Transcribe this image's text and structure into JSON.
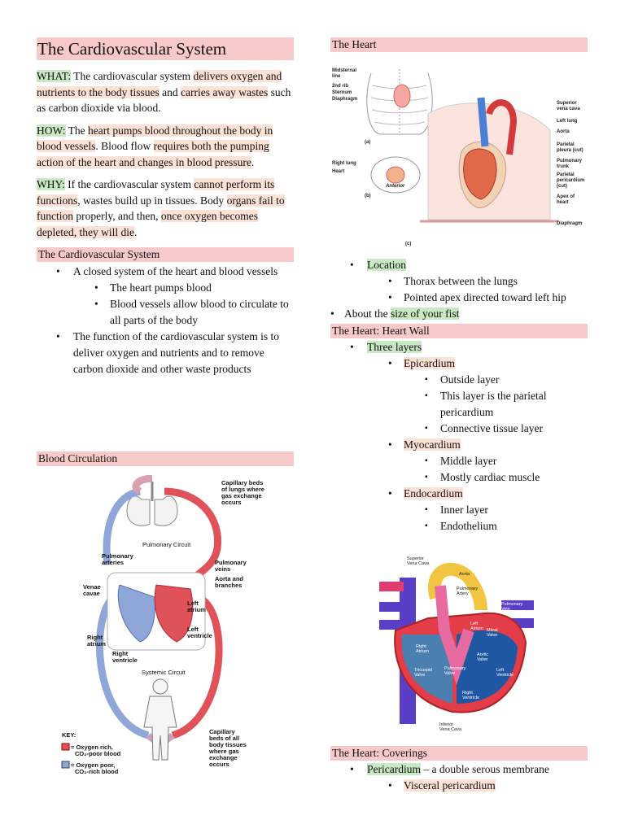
{
  "left": {
    "title": "The Cardiovascular System",
    "what": {
      "label": "WHAT:",
      "t1": " The cardiovascular system ",
      "h1": "delivers oxygen and nutrients to the body tissues",
      "t2": " and ",
      "h2": "carries away wastes",
      "t3": " such as carbon dioxide via blood."
    },
    "how": {
      "label": "HOW:",
      "t1": " The ",
      "h1": "heart pumps blood throughout the body in blood vessels",
      "t2": ". Blood flow ",
      "h2": "requires both the pumping action of the heart and changes in blood pressure",
      "t3": "."
    },
    "why": {
      "label": "WHY:",
      "t1": " If the cardiovascular system ",
      "h1": "cannot perform its functions",
      "t2": ", wastes build up in tissues. Body ",
      "h2": "organs fail to function",
      "t3": " properly, and then, ",
      "h3": "once oxygen becomes depleted, they will die",
      "t4": "."
    },
    "section2": "The Cardiovascular System",
    "s2_item1": "A closed system of the heart and blood vessels",
    "s2_sub1": "The heart pumps blood",
    "s2_sub2": "Blood vessels allow blood to circulate to all parts of the body",
    "s2_item2": "The function of the cardiovascular system is to deliver oxygen and nutrients and to remove carbon dioxide and other waste products",
    "section3": "Blood Circulation",
    "circ": {
      "cap_lungs": [
        "Capillary beds",
        "of lungs where",
        "gas exchange",
        "occurs"
      ],
      "pulm_circuit": "Pulmonary Circuit",
      "pulm_arteries": [
        "Pulmonary",
        "arteries"
      ],
      "pulm_veins": [
        "Pulmonary",
        "veins"
      ],
      "aorta": [
        "Aorta and",
        "branches"
      ],
      "venae": [
        "Venae",
        "cavae"
      ],
      "left_atrium": [
        "Left",
        "atrium"
      ],
      "left_ventricle": [
        "Left",
        "ventricle"
      ],
      "right_atrium": [
        "Right",
        "atrium"
      ],
      "right_ventricle": [
        "Right",
        "ventricle"
      ],
      "sys_circuit": "Systemic Circuit",
      "cap_body": [
        "Capillary",
        "beds of all",
        "body tissues",
        "where gas",
        "exchange",
        "occurs"
      ],
      "key": "KEY:",
      "key_red": [
        "= Oxygen rich,",
        "CO₂-poor blood"
      ],
      "key_blue": [
        "= Oxygen poor,",
        "CO₂-rich blood"
      ]
    }
  },
  "right": {
    "section1": "The Heart",
    "thorax": {
      "midsternal": [
        "Midsternal",
        "line"
      ],
      "rib": "2nd rib",
      "sternum": "Sternum",
      "diaphragm_a": "Diaphragm",
      "a": "(a)",
      "right_lung": "Right lung",
      "heart": "Heart",
      "b": "(b)",
      "anterior": "Anterior",
      "svc": [
        "Superior",
        "vena cava"
      ],
      "left_lung": "Left lung",
      "aorta": "Aorta",
      "parietal_pleura": [
        "Parietal",
        "pleura (cut)"
      ],
      "pulm_trunk": [
        "Pulmonary",
        "trunk"
      ],
      "parietal_peri": [
        "Parietal",
        "pericardium",
        "(cut)"
      ],
      "apex": [
        "Apex of",
        "heart"
      ],
      "diaphragm_c": "Diaphragm",
      "c": "(c)"
    },
    "loc_label": "Location",
    "loc_sub1": "Thorax between the lungs",
    "loc_sub2": "Pointed apex directed toward left hip",
    "size_pre": "About the ",
    "size_hl": "size of your fist",
    "section2": "The Heart: Heart Wall",
    "three_layers": "Three layers",
    "epi": "Epicardium",
    "epi1": "Outside layer",
    "epi2": "This layer is the parietal pericardium",
    "epi3": "Connective tissue layer",
    "myo": "Myocardium",
    "myo1": "Middle layer",
    "myo2": "Mostly cardiac muscle",
    "endo": "Endocardium",
    "endo1": "Inner layer",
    "endo2": "Endothelium",
    "heart2": {
      "svc": [
        "Superior",
        "Vena Cava"
      ],
      "aorta": "Aorta",
      "pulm_artery": [
        "Pulmonary",
        "Artery"
      ],
      "pulm_vein": [
        "Pulmonary",
        "Vein"
      ],
      "left_atrium": [
        "Left",
        "Atrium"
      ],
      "mitral": [
        "Mitral",
        "Valve"
      ],
      "right_atrium": [
        "Right",
        "Atrium"
      ],
      "aortic": [
        "Aortic",
        "Valve"
      ],
      "tricuspid": [
        "Tricuspid",
        "Valve"
      ],
      "pulm_valve": [
        "Pulmonary",
        "Valve"
      ],
      "left_ventricle": [
        "Left",
        "Ventricle"
      ],
      "right_ventricle": [
        "Right",
        "Ventricle"
      ],
      "ivc": [
        "Inferior",
        "Vena Cava"
      ]
    },
    "section3": "The Heart: Coverings",
    "peri_label": "Pericardium",
    "peri_text": " – a double serous membrane",
    "visceral": "Visceral pericardium"
  },
  "colors": {
    "header": "#f7c9c9",
    "green": "#c9e8c4",
    "peach": "#fbe2d4",
    "oxy_red": "#e0525a",
    "oxy_blue": "#8fa6d8"
  }
}
